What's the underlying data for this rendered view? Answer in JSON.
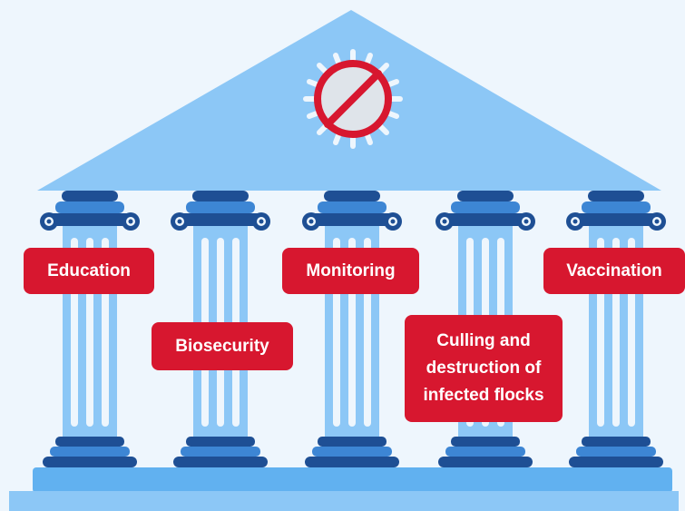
{
  "pillars": [
    {
      "label": "Education"
    },
    {
      "label": "Biosecurity"
    },
    {
      "label": "Monitoring"
    },
    {
      "label": "Culling and destruction of infected flocks"
    },
    {
      "label": "Vaccination"
    }
  ],
  "emblem_icon": "no-virus-icon",
  "colors": {
    "background": "#eef6fd",
    "roof": "#8cc7f6",
    "column": "#8cc7f6",
    "column_stripe": "#eef6fd",
    "capital_dark": "#1e4f94",
    "capital_mid": "#3d86d4",
    "base": "#61b1f0",
    "base_light": "#8cc7f6",
    "label_bg": "#d7172f",
    "label_text": "#ffffff",
    "emblem_ring": "#d7172f",
    "emblem_fill": "#dfe4ea"
  }
}
